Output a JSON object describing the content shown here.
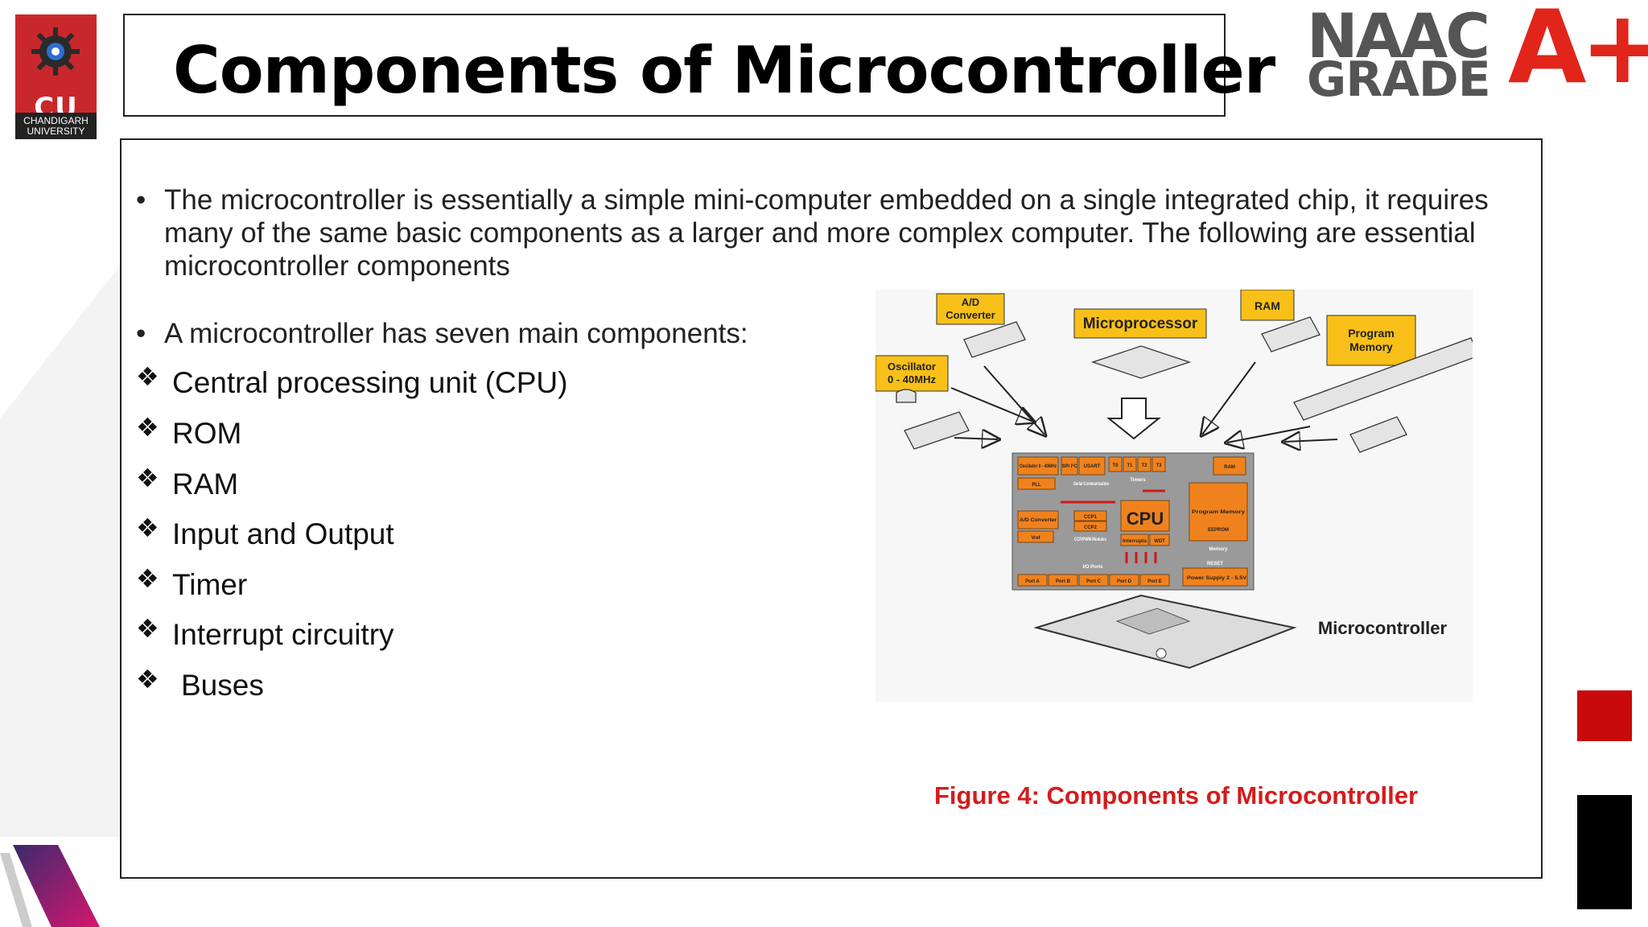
{
  "logo": {
    "abbr": "CU",
    "name_line1": "CHANDIGARH",
    "name_line2": "UNIVERSITY"
  },
  "title": "Components of Microcontroller",
  "accreditation": {
    "line1": "NAAC",
    "line2": "GRADE",
    "grade": "A+"
  },
  "content": {
    "intro_bullet": "The microcontroller is essentially a simple mini-computer embedded on a single integrated chip, it requires many of the same basic components as a larger and more complex computer. The following are essential microcontroller components",
    "summary_bullet": "A microcontroller has seven main components:",
    "components": [
      "Central processing unit (CPU)",
      "ROM",
      "RAM",
      "Input and Output",
      "Timer",
      "Interrupt circuitry",
      "Buses"
    ]
  },
  "figure": {
    "labels": {
      "ad_converter_1": "A/D",
      "ad_converter_2": "Converter",
      "microprocessor": "Microprocessor",
      "ram": "RAM",
      "program_memory_1": "Program",
      "program_memory_2": "Memory",
      "oscillator_1": "Oscillator",
      "oscillator_2": "0 - 40MHz",
      "microcontroller": "Microcontroller"
    },
    "die_blocks": {
      "oscillator": "Oscillator 0 - 40MHz",
      "spi": "SPI I²C",
      "usart": "USART",
      "t0": "T0",
      "t1": "T1",
      "t2": "T2",
      "t3": "T3",
      "ram": "RAM",
      "pll": "PLL",
      "serial": "Serial Communication",
      "timers": "Timers",
      "ad": "A/D Converter",
      "ccp1": "CCP1",
      "ccp2": "CCP2",
      "cpu": "CPU",
      "program_memory": "Program Memory",
      "vref": "Vref",
      "ccp_pwm": "CCP/PWM Modules",
      "interrupts": "Interrupts",
      "wdt": "WDT",
      "eeprom": "EEPROM",
      "memory": "Memory",
      "io_ports": "I/O Ports",
      "reset": "RESET",
      "ports": [
        "Port A",
        "Port B",
        "Port C",
        "Port D",
        "Port E"
      ],
      "power": "Power Supply 2 - 5.5V"
    },
    "caption": "Figure 4: Components of Microcontroller"
  },
  "colors": {
    "brand_red": "#c8282c",
    "accent_red": "#e1251b",
    "caption_red": "#d41c1c",
    "die_orange": "#f0821e",
    "label_yellow": "#f8c018"
  },
  "icons": {
    "bullet": "•",
    "diamond": "❖"
  }
}
